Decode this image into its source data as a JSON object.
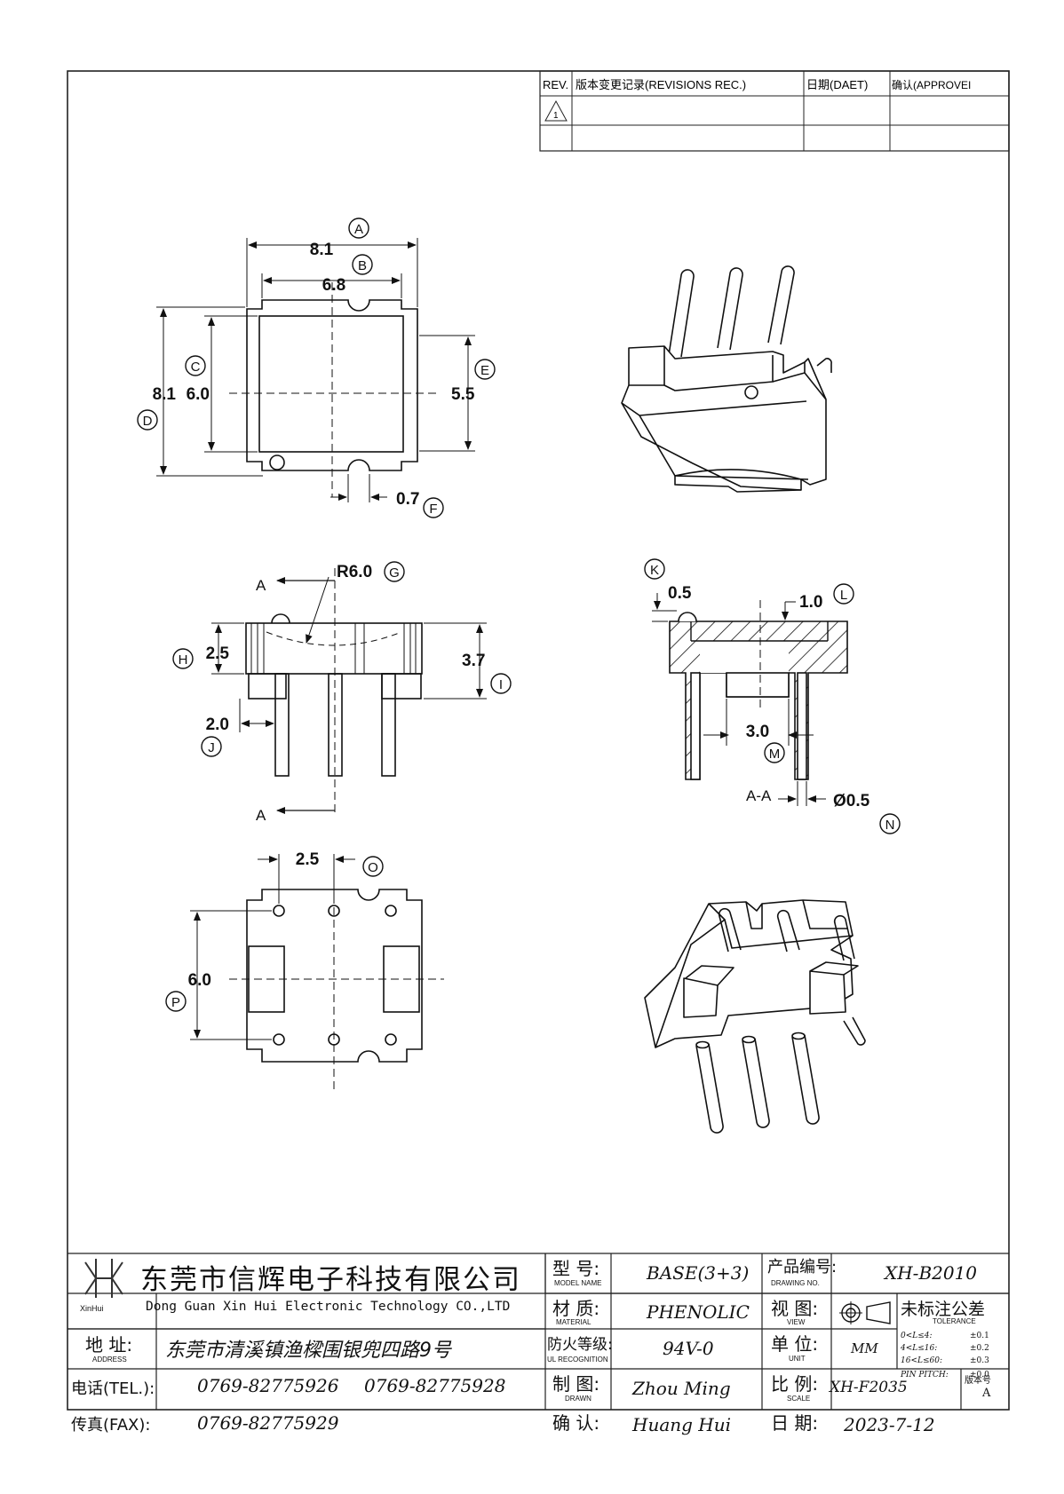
{
  "revision_table": {
    "col_rev": "REV.",
    "col_revisions": "版本变更记录(REVISIONS REC.)",
    "col_date": "日期(DAET)",
    "col_approved": "确认(APPROVEI",
    "rev_symbol": "1"
  },
  "dimensions": {
    "a": "8.1",
    "b": "6.8",
    "c": "6.0",
    "d": "8.1",
    "e": "5.5",
    "f": "0.7",
    "g": "R6.0",
    "h": "2.5",
    "i": "3.7",
    "j": "2.0",
    "k": "0.5",
    "l": "1.0",
    "m": "3.0",
    "n": "Ø0.5",
    "o": "2.5",
    "p": "6.0"
  },
  "callouts": {
    "a": "A",
    "b": "B",
    "c": "C",
    "d": "D",
    "e": "E",
    "f": "F",
    "g": "G",
    "h": "H",
    "i": "I",
    "j": "J",
    "k": "K",
    "l": "L",
    "m": "M",
    "n": "N",
    "o": "O",
    "p": "P"
  },
  "section": {
    "marker": "A",
    "label": "A-A"
  },
  "title_block": {
    "company_cn": "东莞市信辉电子科技有限公司",
    "company_en": "Dong Guan Xin Hui Electronic Technology CO.,LTD",
    "logo_text": "XinHui",
    "address_label": "地 址:",
    "address_label_en": "ADDRESS",
    "address": "东莞市清溪镇渔樑围银兜四路9号",
    "tel_label": "电话(TEL.):",
    "tel_1": "0769-82775926",
    "tel_2": "0769-82775928",
    "fax_label": "传真(FAX):",
    "fax": "0769-82775929",
    "model_label": "型 号:",
    "model_label_en": "MODEL NAME",
    "model": "BASE(3+3)",
    "material_label": "材 质:",
    "material_label_en": "MATERIAL",
    "material": "PHENOLIC",
    "fire_label": "防火等级:",
    "fire_label_en": "UL RECOGNITION",
    "fire": "94V-0",
    "drawn_label": "制 图:",
    "drawn_label_en": "DRAWN",
    "drawn": "Zhou Ming",
    "check_label": "确 认:",
    "check": "Huang Hui",
    "drawing_no_label": "产品编号:",
    "drawing_no_label_en": "DRAWING NO.",
    "drawing_no": "XH-B2010",
    "view_label": "视 图:",
    "view_label_en": "VIEW",
    "unit_label": "单 位:",
    "unit_label_en": "UNIT",
    "unit": "MM",
    "scale_label": "比 例:",
    "scale_label_en": "SCALE",
    "scale": "XH-F2035",
    "date_label": "日 期:",
    "date": "2023-7-12",
    "version_label": "版本号",
    "version": "A",
    "tolerance_label": "未标注公差",
    "tolerance_label_en": "TOLERANCE",
    "tol_1": "0<L≤4:",
    "tol_1v": "±0.1",
    "tol_2": "4<L≤16:",
    "tol_2v": "±0.2",
    "tol_3": "16<L≤60:",
    "tol_3v": "±0.3",
    "tol_4": "PIN PITCH:",
    "tol_4v": "±0.0"
  }
}
